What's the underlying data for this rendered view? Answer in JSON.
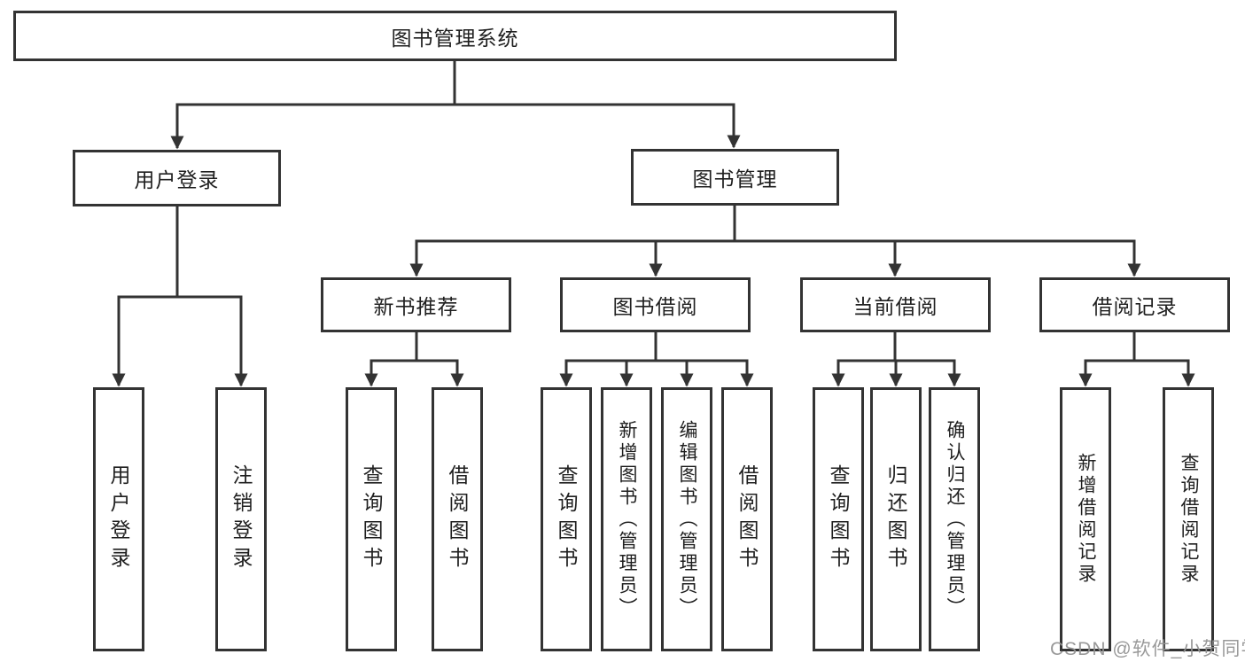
{
  "tree": {
    "label": "图书管理系统",
    "children": [
      {
        "label": "用户登录",
        "children": [
          {
            "label": "用户登录"
          },
          {
            "label": "注销登录"
          }
        ]
      },
      {
        "label": "图书管理",
        "children": [
          {
            "label": "新书推荐",
            "children": [
              {
                "label": "查询图书"
              },
              {
                "label": "借阅图书"
              }
            ]
          },
          {
            "label": "图书借阅",
            "children": [
              {
                "label": "查询图书"
              },
              {
                "label": "新增图书（管理员）"
              },
              {
                "label": "编辑图书（管理员）"
              },
              {
                "label": "借阅图书"
              }
            ]
          },
          {
            "label": "当前借阅",
            "children": [
              {
                "label": "查询图书"
              },
              {
                "label": "归还图书"
              },
              {
                "label": "确认归还（管理员）"
              }
            ]
          },
          {
            "label": "借阅记录",
            "children": [
              {
                "label": "新增借阅记录"
              },
              {
                "label": "查询借阅记录"
              }
            ]
          }
        ]
      }
    ]
  },
  "watermark": {
    "text": "CSDN @软件_小贺同学"
  },
  "colors": {
    "line": "#333333",
    "text": "#1f1f1f",
    "background": "#ffffff",
    "watermark": "#949494"
  }
}
